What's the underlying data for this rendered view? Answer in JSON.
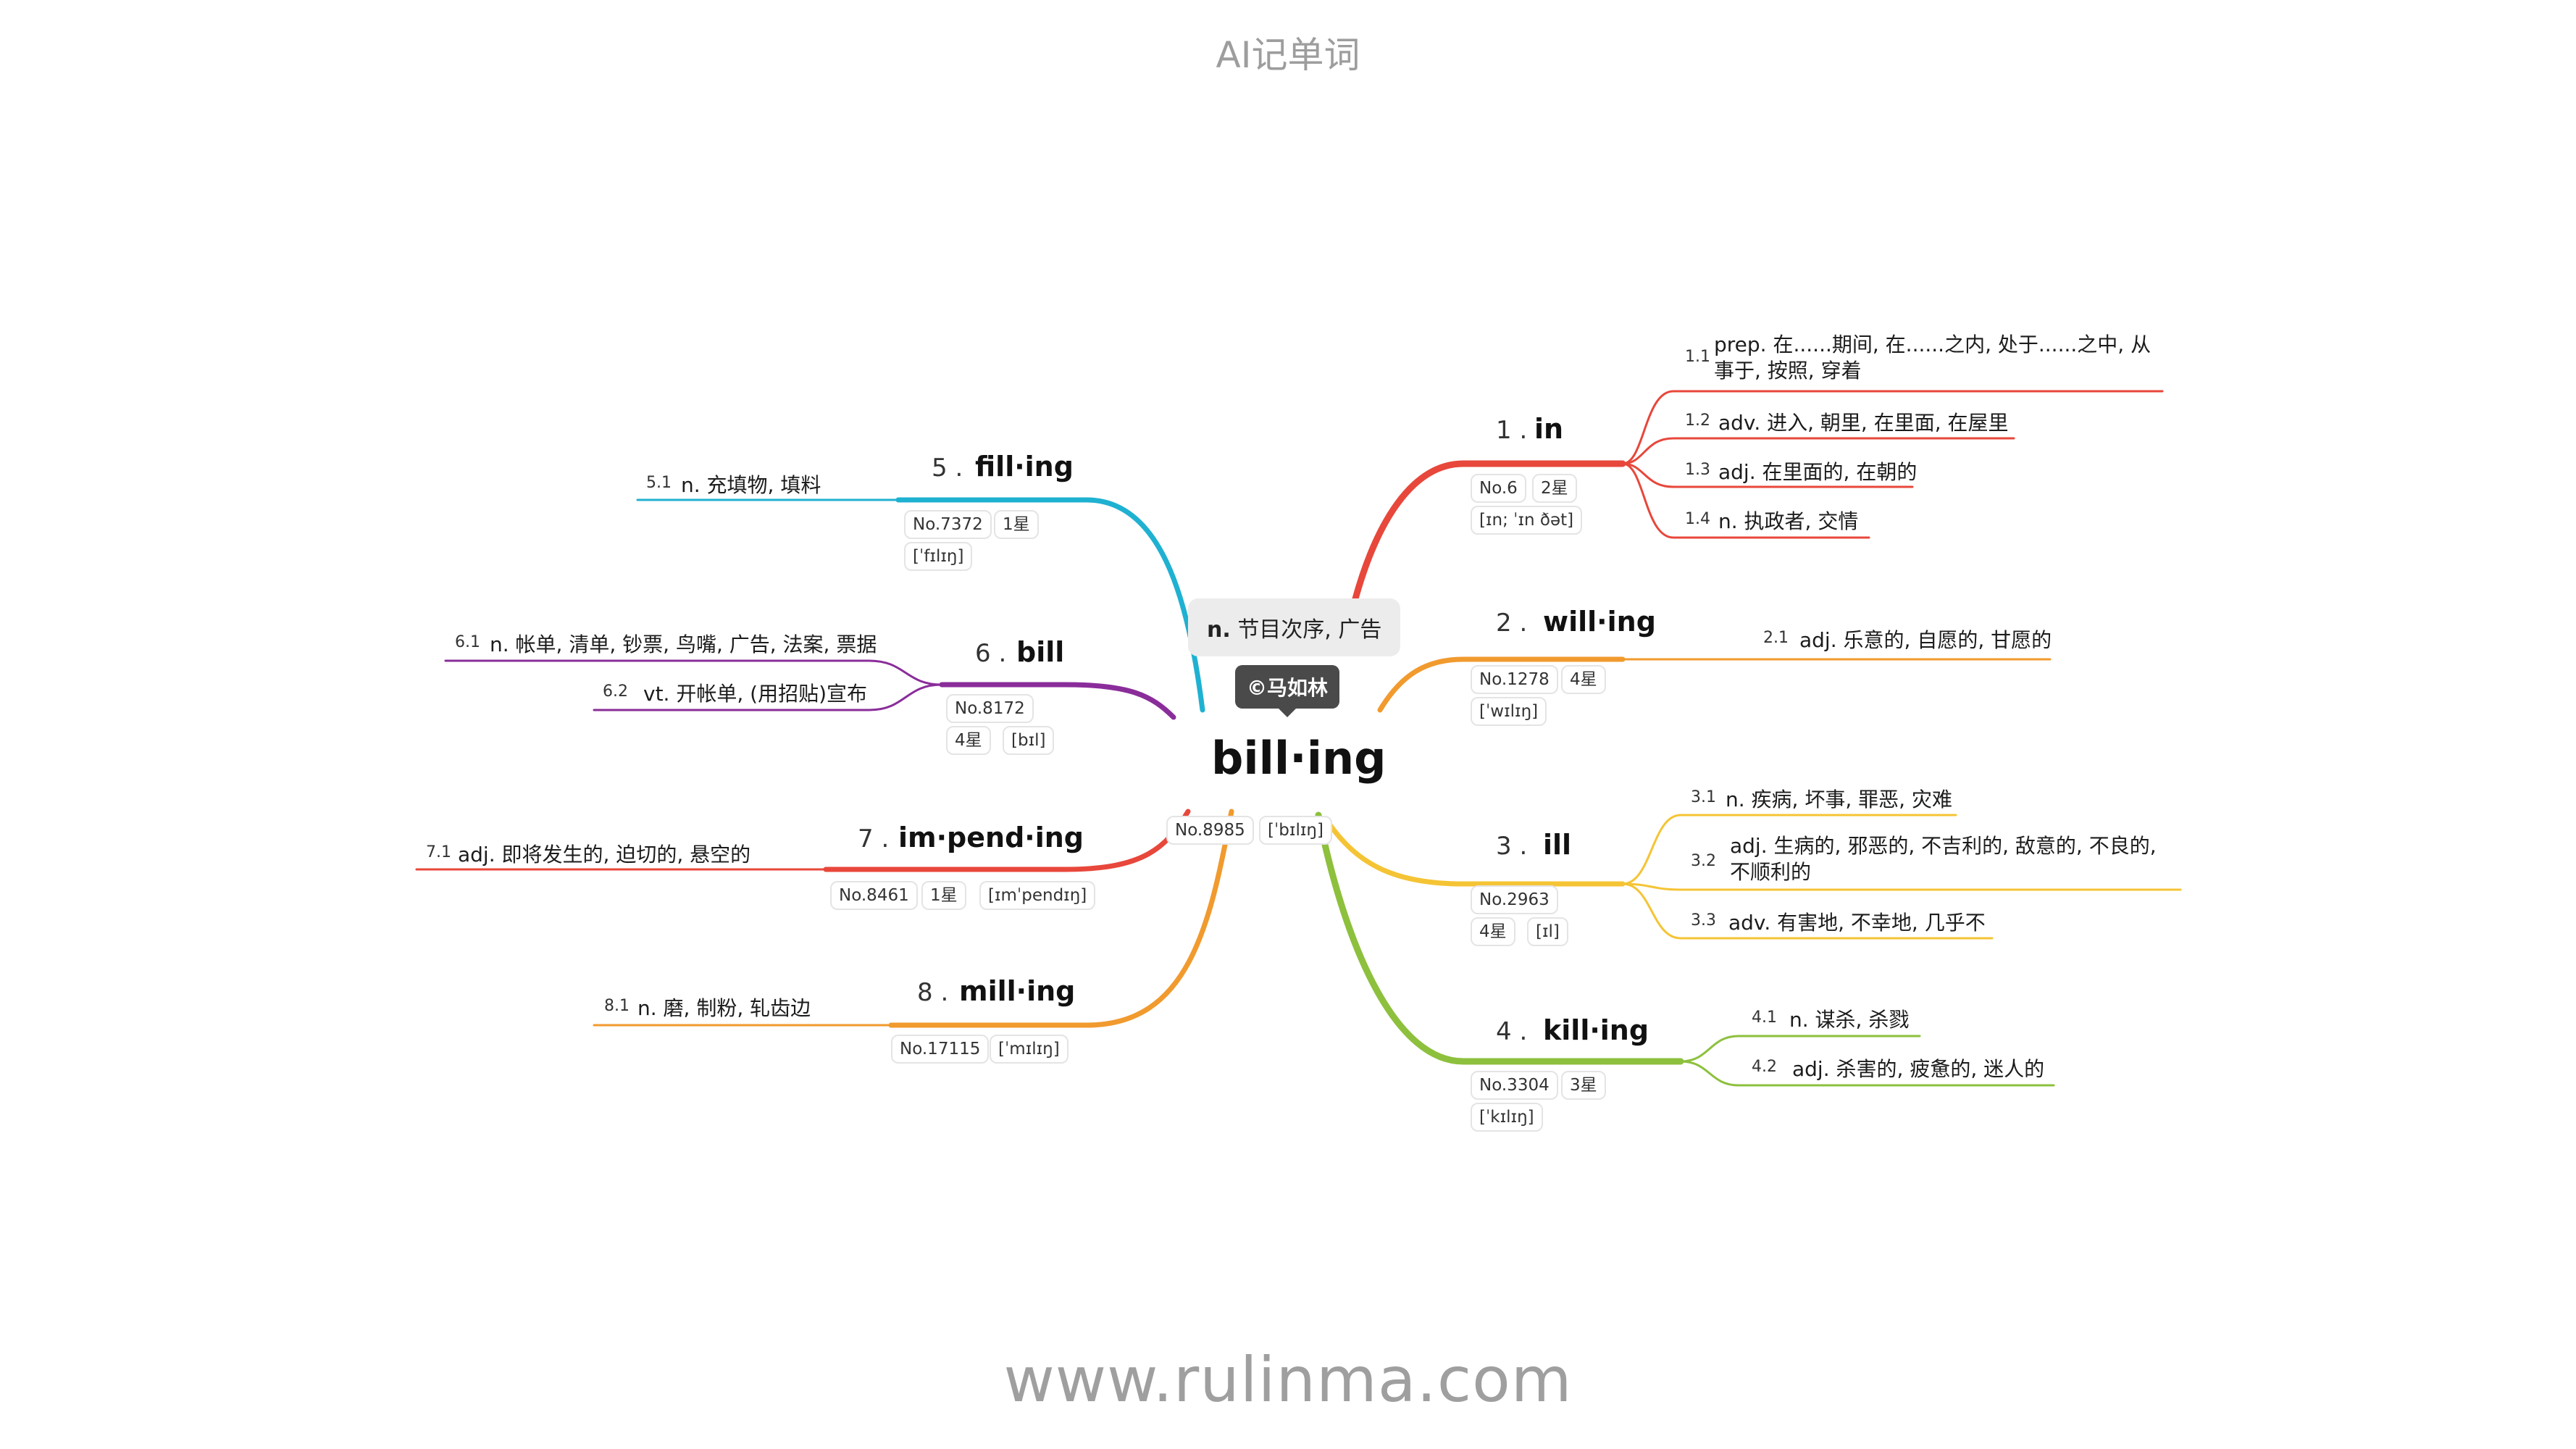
{
  "app_title": "AI记单词",
  "watermark": "www.rulinma.com",
  "center": {
    "word": "bill·ing",
    "pos_abbr": "n.",
    "pos_meaning": "节目次序, 广告",
    "author_tag": "©马如林",
    "number": "No.8985",
    "phonetic": "[ˈbɪlɪŋ]"
  },
  "branches": [
    {
      "index": "1 .",
      "word": "in",
      "color": "#e8473b",
      "number": "No.6",
      "stars": "2星",
      "phonetic": "[ɪn; ˈɪn ðət]",
      "defs": [
        {
          "idx": "1.1",
          "text": "prep. 在......期间, 在......之内, 处于......之中, 从事于, 按照, 穿着"
        },
        {
          "idx": "1.2",
          "text": "adv. 进入, 朝里, 在里面, 在屋里"
        },
        {
          "idx": "1.3",
          "text": "adj. 在里面的, 在朝的"
        },
        {
          "idx": "1.4",
          "text": "n. 执政者, 交情"
        }
      ]
    },
    {
      "index": "2 .",
      "word": "will·ing",
      "color": "#f19a2e",
      "number": "No.1278",
      "stars": "4星",
      "phonetic": "[ˈwɪlɪŋ]",
      "defs": [
        {
          "idx": "2.1",
          "text": "adj. 乐意的, 自愿的, 甘愿的"
        }
      ]
    },
    {
      "index": "3 .",
      "word": "ill",
      "color": "#f5c435",
      "number": "No.2963",
      "stars": "4星",
      "phonetic": "[ɪl]",
      "defs": [
        {
          "idx": "3.1",
          "text": "n. 疾病, 坏事, 罪恶, 灾难"
        },
        {
          "idx": "3.2",
          "text": "adj. 生病的, 邪恶的, 不吉利的, 敌意的, 不良的, 不顺利的"
        },
        {
          "idx": "3.3",
          "text": "adv. 有害地, 不幸地, 几乎不"
        }
      ]
    },
    {
      "index": "4 .",
      "word": "kill·ing",
      "color": "#8dc03d",
      "number": "No.3304",
      "stars": "3星",
      "phonetic": "[ˈkɪlɪŋ]",
      "defs": [
        {
          "idx": "4.1",
          "text": "n. 谋杀, 杀戮"
        },
        {
          "idx": "4.2",
          "text": "adj. 杀害的, 疲惫的, 迷人的"
        }
      ]
    },
    {
      "index": "5 .",
      "word": "fill·ing",
      "color": "#1fb1d1",
      "number": "No.7372",
      "stars": "1星",
      "phonetic": "[ˈfɪlɪŋ]",
      "defs": [
        {
          "idx": "5.1",
          "text": "n. 充填物, 填料"
        }
      ]
    },
    {
      "index": "6 .",
      "word": "bill",
      "color": "#8a2d9a",
      "number": "No.8172",
      "stars": "4星",
      "phonetic": "[bɪl]",
      "defs": [
        {
          "idx": "6.1",
          "text": "n. 帐单, 清单, 钞票, 鸟嘴, 广告, 法案, 票据"
        },
        {
          "idx": "6.2",
          "text": "vt. 开帐单, (用招贴)宣布"
        }
      ]
    },
    {
      "index": "7 .",
      "word": "im·pend·ing",
      "color": "#e8473b",
      "number": "No.8461",
      "stars": "1星",
      "phonetic": "[ɪmˈpendɪŋ]",
      "defs": [
        {
          "idx": "7.1",
          "text": "adj. 即将发生的, 迫切的, 悬空的"
        }
      ]
    },
    {
      "index": "8 .",
      "word": "mill·ing",
      "color": "#f19a2e",
      "number": "No.17115",
      "stars": "",
      "phonetic": "[ˈmɪlɪŋ]",
      "defs": [
        {
          "idx": "8.1",
          "text": "n. 磨, 制粉, 轧齿边"
        }
      ]
    }
  ]
}
